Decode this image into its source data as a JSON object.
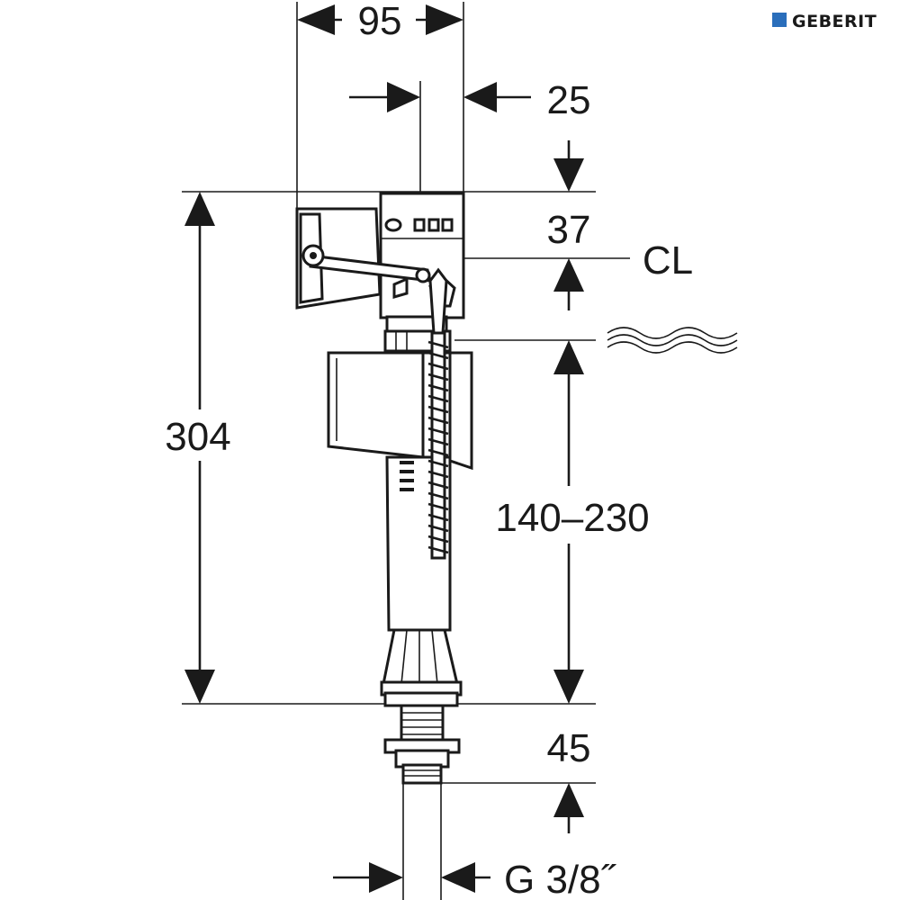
{
  "brand": {
    "name": "GEBERIT",
    "color": "#2a6ebb"
  },
  "dimensions": {
    "width": "95",
    "offset": "25",
    "top": "37",
    "centerline": "CL",
    "height": "304",
    "water_level": "140–230",
    "connector": "45",
    "thread": "G 3/8˝"
  },
  "icons": {
    "water_surface": "water-wave-icon"
  }
}
